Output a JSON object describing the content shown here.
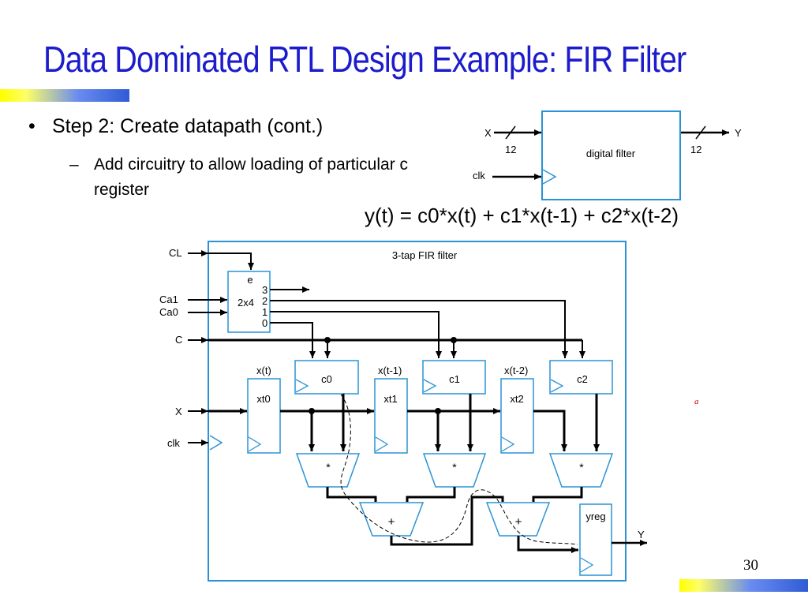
{
  "slide": {
    "title": "Data Dominated RTL Design Example: FIR Filter",
    "bullet": "Step 2: Create datapath (cont.)",
    "sub_bullet": "Add circuitry to allow loading of particular c register",
    "equation": "y(t) = c0*x(t) + c1*x(t-1) + c2*x(t-2)",
    "page_number": "30",
    "stray_mark": "a"
  },
  "block_diagram": {
    "input_label": "X",
    "output_label": "Y",
    "clock_label": "clk",
    "input_width": "12",
    "output_width": "12",
    "box_label": "digital filter"
  },
  "datapath": {
    "title": "3-tap FIR filter",
    "inputs": {
      "cl": "CL",
      "ca1": "Ca1",
      "ca0": "Ca0",
      "c": "C",
      "x": "X",
      "clk": "clk"
    },
    "output": "Y",
    "decoder": {
      "enable": "e",
      "name": "2x4",
      "outputs": [
        "3",
        "2",
        "1",
        "0"
      ]
    },
    "coef_registers": [
      "c0",
      "c1",
      "c2"
    ],
    "x_registers": [
      "xt0",
      "xt1",
      "xt2"
    ],
    "x_labels": [
      "x(t)",
      "x(t-1)",
      "x(t-2)"
    ],
    "multiplier_symbol": "*",
    "adder_symbol": "+",
    "output_register": "yreg"
  },
  "colors": {
    "title": "#1c1ccc",
    "outline": "#2a93d5",
    "wire": "#000000"
  }
}
